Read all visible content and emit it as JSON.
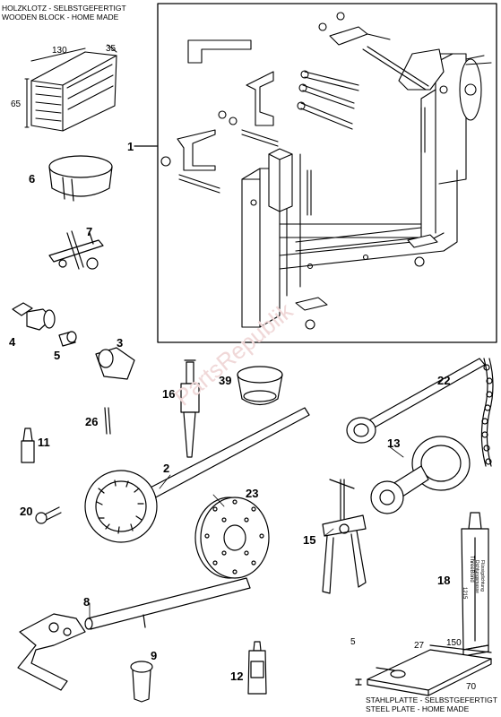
{
  "notes": {
    "wood_de": "HOLZKLOTZ - SELBSTGEFERTIGT",
    "wood_en": "WOODEN BLOCK - HOME MADE",
    "steel_de": "STAHLPLATTE - SELBSTGEFERTIGT",
    "steel_en": "STEEL PLATE - HOME MADE"
  },
  "dims": {
    "w130": "130",
    "w35": "35",
    "h65": "65",
    "p150": "150",
    "p27": "27",
    "p5": "5",
    "p70": "70"
  },
  "labels": {
    "l1": "1",
    "l2": "2",
    "l3": "3",
    "l4": "4",
    "l5": "5",
    "l6": "6",
    "l7": "7",
    "l8": "8",
    "l9": "9",
    "l11": "11",
    "l12": "12",
    "l13": "13",
    "l15": "15",
    "l16": "16",
    "l18": "18",
    "l20": "20",
    "l22": "22",
    "l23": "23",
    "l26": "26",
    "l39": "39"
  },
  "tube_text": {
    "brand": "ThreeBond",
    "code": "1215",
    "line1": "Flüssigdichtung",
    "line2": "Dichtungsmasse"
  },
  "watermark": "PartsRepublik"
}
